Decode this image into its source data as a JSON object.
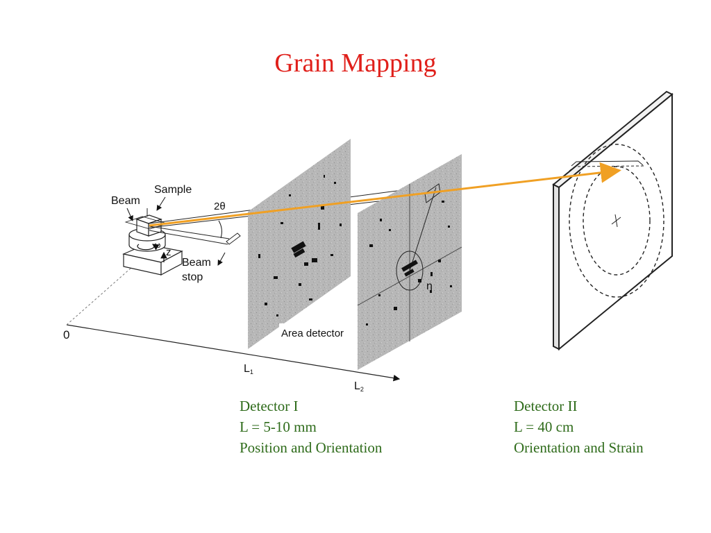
{
  "title": "Grain Mapping",
  "diagram": {
    "beam_label": "Beam",
    "sample_label": "Sample",
    "two_theta": "2θ",
    "omega": "ω",
    "z_label": "z",
    "beam_stop_line1": "Beam",
    "beam_stop_line2": "stop",
    "origin_label": "0",
    "area_detector": "Area detector",
    "l1": "L",
    "l1_sub": "1",
    "l2": "L",
    "l2_sub": "2",
    "eta": "η"
  },
  "detector1": {
    "name": "Detector I",
    "distance": "L = 5-10 mm",
    "measures": "Position and Orientation"
  },
  "detector2": {
    "name": "Detector II",
    "distance": "L = 40 cm",
    "measures": "Orientation and Strain"
  },
  "colors": {
    "title": "#e0201b",
    "caption": "#2e6b1a",
    "beam_arrow": "#f0a024"
  }
}
